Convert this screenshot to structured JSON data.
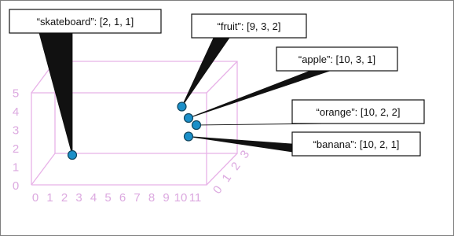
{
  "colors": {
    "box": "#e8b2e8",
    "tick": "#dca9e0",
    "point_fill": "#1b8fc8",
    "point_stroke": "#11465f",
    "leader": "#111111",
    "callout_border": "#111111",
    "frame": "#7f7f7f"
  },
  "axes": {
    "x_ticks": [
      "0",
      "1",
      "2",
      "3",
      "4",
      "5",
      "6",
      "7",
      "8",
      "9",
      "10",
      "11"
    ],
    "y_ticks": [
      "0",
      "1",
      "2",
      "3",
      "4",
      "5"
    ],
    "z_ticks": [
      "0",
      "1",
      "2",
      "3"
    ]
  },
  "embeddings": [
    {
      "word": "skateboard",
      "text": "“skateboard”: [2, 1, 1]",
      "vector": [
        2,
        1,
        1
      ]
    },
    {
      "word": "fruit",
      "text": "“fruit”: [9, 3, 2]",
      "vector": [
        9,
        3,
        2
      ]
    },
    {
      "word": "apple",
      "text": "“apple”: [10, 3, 1]",
      "vector": [
        10,
        3,
        1
      ]
    },
    {
      "word": "orange",
      "text": "“orange”: [10, 2, 2]",
      "vector": [
        10,
        2,
        2
      ]
    },
    {
      "word": "banana",
      "text": "“banana”: [10, 2, 1]",
      "vector": [
        10,
        2,
        1
      ]
    }
  ]
}
